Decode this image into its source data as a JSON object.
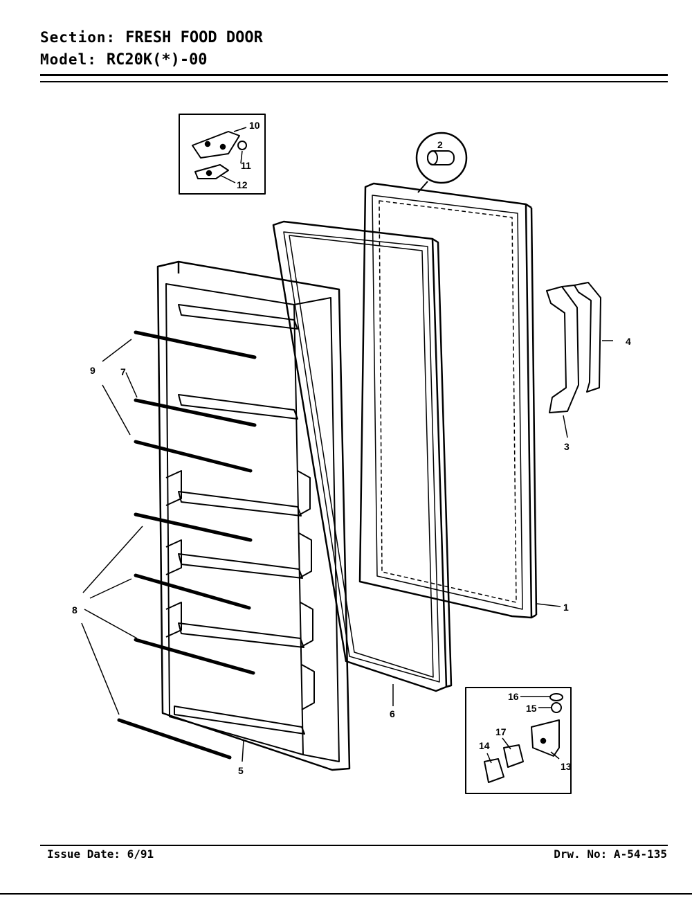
{
  "header": {
    "section_label": "Section:",
    "section_value": "FRESH FOOD DOOR",
    "model_label": "Model:",
    "model_value": "RC20K(*)-00"
  },
  "footer": {
    "issue_date": "Issue Date: 6/91",
    "drawing_number": "Drw. No: A-54-135"
  },
  "callouts": {
    "c1": "1",
    "c2": "2",
    "c3": "3",
    "c4": "4",
    "c5": "5",
    "c6": "6",
    "c7": "7",
    "c8": "8",
    "c9": "9",
    "c10": "10",
    "c11": "11",
    "c12": "12",
    "c13": "13",
    "c14": "14",
    "c15": "15",
    "c16": "16",
    "c17": "17"
  }
}
